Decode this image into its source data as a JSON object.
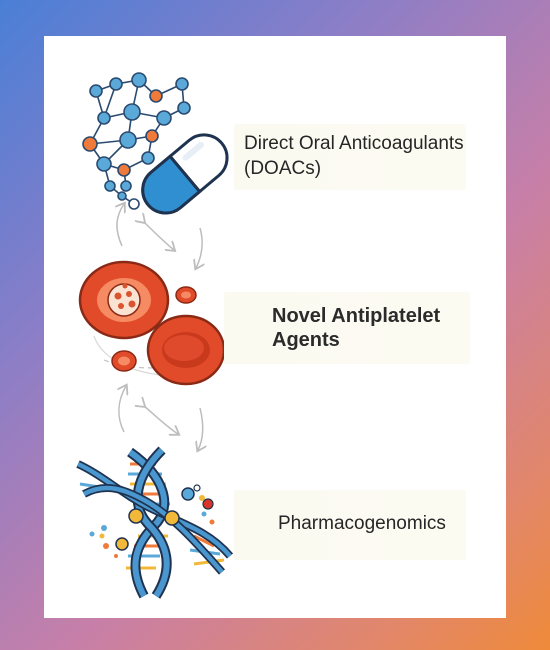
{
  "labels": {
    "doacs_line1": "Direct Oral Anticoagulants",
    "doacs_line2": "(DOACs)",
    "antiplatelet_line1": "Novel Antiplatelet",
    "antiplatelet_line2": "Agents",
    "pharmacogenomics": "Pharmacogenomics"
  },
  "colors": {
    "node_blue": "#5aa9d8",
    "node_orange": "#ef7a3a",
    "capsule_blue": "#2f8fd0",
    "blood_cell_red": "#e24b2a",
    "dna_blue": "#4a97cf",
    "arrow_gray": "#bdbdbd"
  },
  "icons": [
    "molecule-network-icon",
    "capsule-icon",
    "red-blood-cells-icon",
    "dna-helix-icon"
  ]
}
